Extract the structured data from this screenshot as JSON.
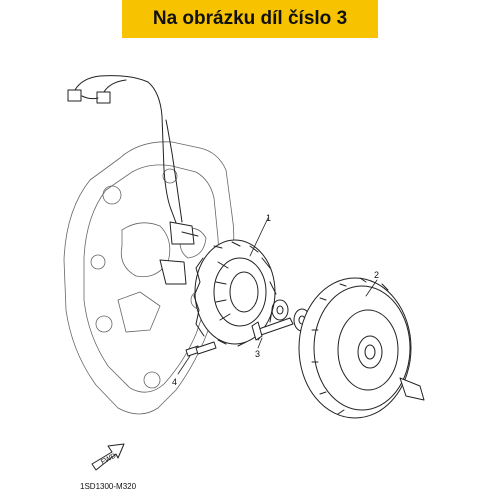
{
  "banner": {
    "text": "Na obrázku díl číslo 3",
    "color": "#f7c300"
  },
  "callouts": [
    {
      "id": "1",
      "part": "stator-coil"
    },
    {
      "id": "2",
      "part": "flywheel-rotor"
    },
    {
      "id": "3",
      "part": "bolt"
    },
    {
      "id": "4",
      "part": "bolt"
    }
  ],
  "fwd_label": "FWD",
  "diagram_code": "1SD1300-M320"
}
